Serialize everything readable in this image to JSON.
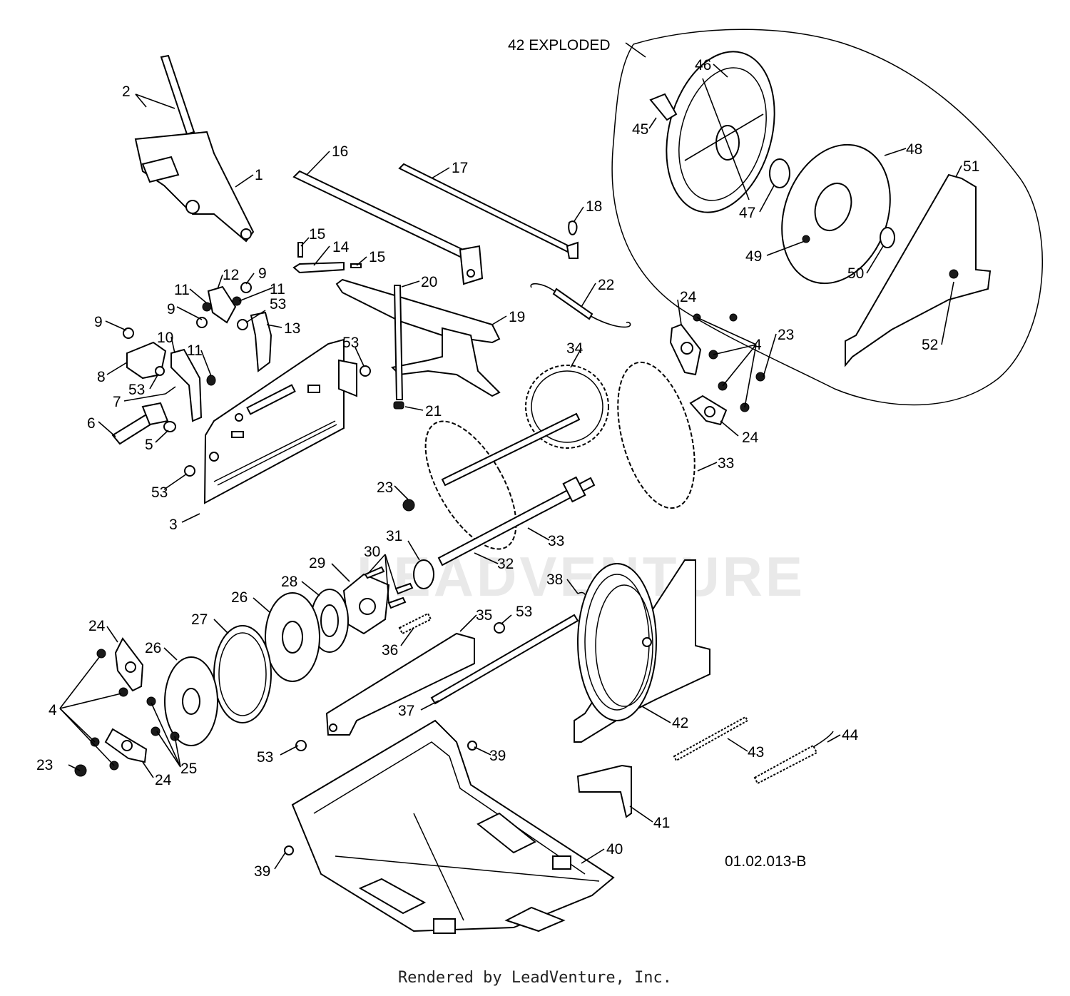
{
  "diagram": {
    "exploded_caption": "42 EXPLODED",
    "drawing_id": "01.02.013-B",
    "footer": "Rendered by LeadVenture, Inc.",
    "watermark": "LEADVENTURE",
    "callouts": [
      {
        "id": "c1",
        "text": "1"
      },
      {
        "id": "c2",
        "text": "2"
      },
      {
        "id": "c3",
        "text": "3"
      },
      {
        "id": "c4a",
        "text": "4"
      },
      {
        "id": "c4b",
        "text": "4"
      },
      {
        "id": "c5",
        "text": "5"
      },
      {
        "id": "c6",
        "text": "6"
      },
      {
        "id": "c7",
        "text": "7"
      },
      {
        "id": "c8",
        "text": "8"
      },
      {
        "id": "c9a",
        "text": "9"
      },
      {
        "id": "c9b",
        "text": "9"
      },
      {
        "id": "c9c",
        "text": "9"
      },
      {
        "id": "c10",
        "text": "10"
      },
      {
        "id": "c11a",
        "text": "11"
      },
      {
        "id": "c11b",
        "text": "11"
      },
      {
        "id": "c11c",
        "text": "11"
      },
      {
        "id": "c12",
        "text": "12"
      },
      {
        "id": "c13",
        "text": "13"
      },
      {
        "id": "c14",
        "text": "14"
      },
      {
        "id": "c15a",
        "text": "15"
      },
      {
        "id": "c15b",
        "text": "15"
      },
      {
        "id": "c16",
        "text": "16"
      },
      {
        "id": "c17",
        "text": "17"
      },
      {
        "id": "c18",
        "text": "18"
      },
      {
        "id": "c19",
        "text": "19"
      },
      {
        "id": "c20",
        "text": "20"
      },
      {
        "id": "c21",
        "text": "21"
      },
      {
        "id": "c22",
        "text": "22"
      },
      {
        "id": "c23a",
        "text": "23"
      },
      {
        "id": "c23b",
        "text": "23"
      },
      {
        "id": "c23c",
        "text": "23"
      },
      {
        "id": "c24a",
        "text": "24"
      },
      {
        "id": "c24b",
        "text": "24"
      },
      {
        "id": "c24c",
        "text": "24"
      },
      {
        "id": "c24d",
        "text": "24"
      },
      {
        "id": "c25",
        "text": "25"
      },
      {
        "id": "c26a",
        "text": "26"
      },
      {
        "id": "c26b",
        "text": "26"
      },
      {
        "id": "c27",
        "text": "27"
      },
      {
        "id": "c28",
        "text": "28"
      },
      {
        "id": "c29",
        "text": "29"
      },
      {
        "id": "c30",
        "text": "30"
      },
      {
        "id": "c31",
        "text": "31"
      },
      {
        "id": "c32",
        "text": "32"
      },
      {
        "id": "c33a",
        "text": "33"
      },
      {
        "id": "c33b",
        "text": "33"
      },
      {
        "id": "c34",
        "text": "34"
      },
      {
        "id": "c35",
        "text": "35"
      },
      {
        "id": "c36",
        "text": "36"
      },
      {
        "id": "c37",
        "text": "37"
      },
      {
        "id": "c38",
        "text": "38"
      },
      {
        "id": "c39a",
        "text": "39"
      },
      {
        "id": "c39b",
        "text": "39"
      },
      {
        "id": "c40",
        "text": "40"
      },
      {
        "id": "c41",
        "text": "41"
      },
      {
        "id": "c42",
        "text": "42"
      },
      {
        "id": "c43",
        "text": "43"
      },
      {
        "id": "c44",
        "text": "44"
      },
      {
        "id": "c45",
        "text": "45"
      },
      {
        "id": "c46",
        "text": "46"
      },
      {
        "id": "c47",
        "text": "47"
      },
      {
        "id": "c48",
        "text": "48"
      },
      {
        "id": "c49",
        "text": "49"
      },
      {
        "id": "c50",
        "text": "50"
      },
      {
        "id": "c51",
        "text": "51"
      },
      {
        "id": "c52",
        "text": "52"
      },
      {
        "id": "c53a",
        "text": "53"
      },
      {
        "id": "c53b",
        "text": "53"
      },
      {
        "id": "c53c",
        "text": "53"
      },
      {
        "id": "c53d",
        "text": "53"
      },
      {
        "id": "c53e",
        "text": "53"
      },
      {
        "id": "c53f",
        "text": "53"
      }
    ]
  }
}
